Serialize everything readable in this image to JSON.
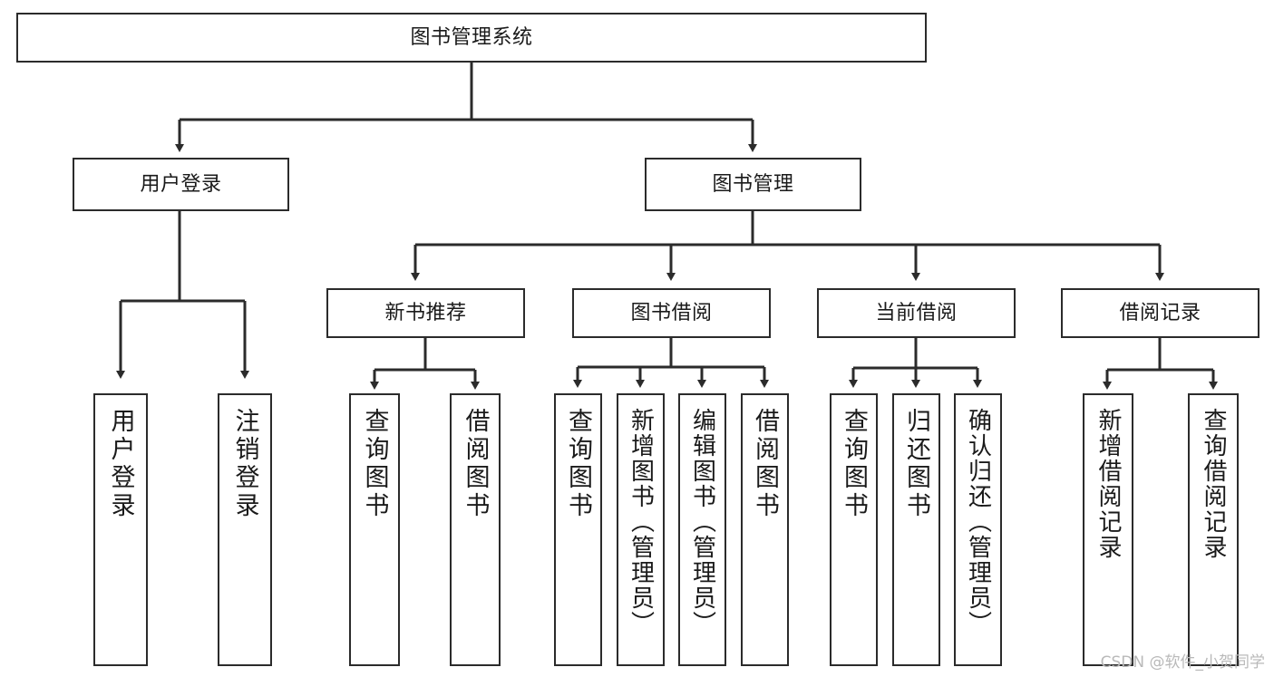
{
  "diagram": {
    "type": "tree",
    "title": "图书管理系统",
    "orientation": "top-down",
    "colors": {
      "background": "#ffffff",
      "node_fill": "#ffffff",
      "node_stroke": "#2b2b2b",
      "text": "#1a1a1a",
      "watermark": "#b9b9b9"
    },
    "root": {
      "label": "图书管理系统"
    },
    "level2": [
      {
        "label": "用户登录"
      },
      {
        "label": "图书管理"
      }
    ],
    "level3": [
      {
        "label": "新书推荐"
      },
      {
        "label": "图书借阅"
      },
      {
        "label": "当前借阅"
      },
      {
        "label": "借阅记录"
      }
    ],
    "leaves": {
      "user_login": [
        {
          "label": "用户登录"
        },
        {
          "label": "注销登录"
        }
      ],
      "new_book_recommend": [
        {
          "label": "查询图书"
        },
        {
          "label": "借阅图书"
        }
      ],
      "book_borrow": [
        {
          "label": "查询图书"
        },
        {
          "label": "新增图书（管理员）"
        },
        {
          "label": "编辑图书（管理员）"
        },
        {
          "label": "借阅图书"
        }
      ],
      "current_borrow": [
        {
          "label": "查询图书"
        },
        {
          "label": "归还图书"
        },
        {
          "label": "确认归还（管理员）"
        }
      ],
      "borrow_record": [
        {
          "label": "新增借阅记录"
        },
        {
          "label": "查询借阅记录"
        }
      ]
    }
  },
  "watermark": {
    "text": "CSDN @软件_小贺同学"
  }
}
